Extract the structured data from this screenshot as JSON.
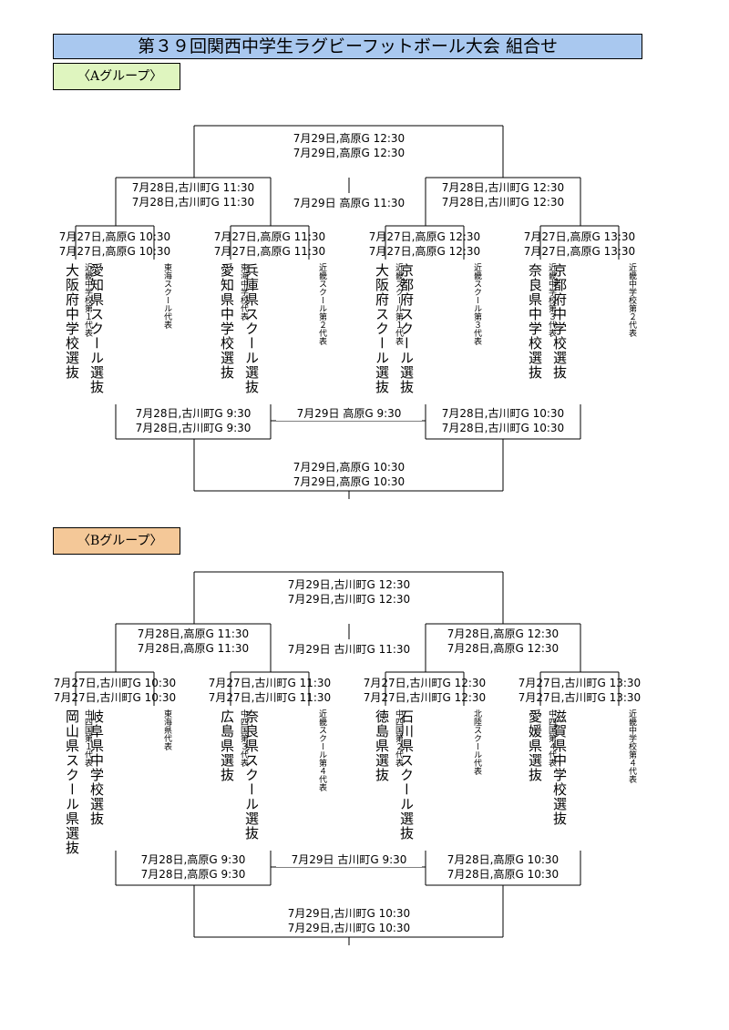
{
  "title": "第３９回関西中学生ラグビーフットボール大会 組合せ",
  "groups": [
    {
      "label": "〈Aグループ〉",
      "final_top": [
        "7月29日",
        "高原G 12:30"
      ],
      "semi_top": [
        [
          "7月28日",
          "古川町G 11:30"
        ],
        [
          "7月28日",
          "古川町G 12:30"
        ]
      ],
      "mid_top": "7月29日 高原G 11:30",
      "r1": [
        [
          "7月27日",
          "高原G 10:30"
        ],
        [
          "7月27日",
          "高原G 11:30"
        ],
        [
          "7月27日",
          "高原G 12:30"
        ],
        [
          "7月27日",
          "高原G 13:30"
        ]
      ],
      "teams": [
        {
          "qual": "近畿中学校第１代表",
          "name": "大阪府中学校選抜"
        },
        {
          "qual": "東海スクール代表",
          "name": "愛知県スクール選抜"
        },
        {
          "qual": "東海中学校代表",
          "name": "愛知県中学校選抜"
        },
        {
          "qual": "近畿スクール第２代表",
          "name": "兵庫県スクール選抜"
        },
        {
          "qual": "近畿スクール第１代表",
          "name": "大阪府スクール選抜"
        },
        {
          "qual": "近畿スクール第３代表",
          "name": "京都府スクール選抜"
        },
        {
          "qual": "近畿中学校第３代表",
          "name": "奈良県中学校選抜"
        },
        {
          "qual": "近畿中学校第２代表",
          "name": "京都府中学校選抜"
        }
      ],
      "semi_bot": [
        [
          "7月28日",
          "古川町G 9:30"
        ],
        [
          "7月28日",
          "古川町G 10:30"
        ]
      ],
      "mid_bot": "7月29日 高原G 9:30",
      "final_bot": [
        "7月29日",
        "高原G 10:30"
      ]
    },
    {
      "label": "〈Bグループ〉",
      "final_top": [
        "7月29日",
        "古川町G 12:30"
      ],
      "semi_top": [
        [
          "7月28日",
          "高原G 11:30"
        ],
        [
          "7月28日",
          "高原G 12:30"
        ]
      ],
      "mid_top": "7月29日 古川町G 11:30",
      "r1": [
        [
          "7月27日",
          "古川町G 10:30"
        ],
        [
          "7月27日",
          "古川町G 11:30"
        ],
        [
          "7月27日",
          "古川町G 12:30"
        ],
        [
          "7月27日",
          "古川町G 13:30"
        ]
      ],
      "teams": [
        {
          "qual": "中四国第１代表",
          "name": "岡山県スクール県選抜"
        },
        {
          "qual": "東海県代表",
          "name": "岐阜県中学校選抜"
        },
        {
          "qual": "中四国第３代表",
          "name": "広島県選抜"
        },
        {
          "qual": "近畿スクール第４代表",
          "name": "奈良県スクール選抜"
        },
        {
          "qual": "中四国第２代表",
          "name": "徳島県選抜"
        },
        {
          "qual": "北陸スクール代表",
          "name": "石川県スクール選抜"
        },
        {
          "qual": "中四国第４代表",
          "name": "愛媛県選抜"
        },
        {
          "qual": "近畿中学校第４代表",
          "name": "滋賀県中学校選抜"
        }
      ],
      "semi_bot": [
        [
          "7月28日",
          "高原G 9:30"
        ],
        [
          "7月28日",
          "高原G 10:30"
        ]
      ],
      "mid_bot": "7月29日 古川町G 9:30",
      "final_bot": [
        "7月29日",
        "古川町G 10:30"
      ]
    }
  ]
}
